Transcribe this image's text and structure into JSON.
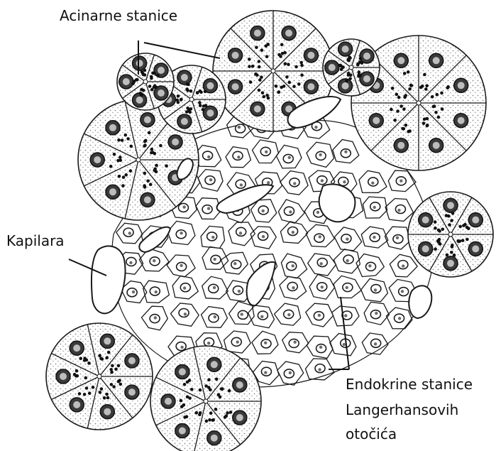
{
  "labels": {
    "acinar": "Acinarne stanice",
    "capillary": "Kapilara",
    "endocrine_line1": "Endokrine stanice",
    "endocrine_line2": "Langerhansovih",
    "endocrine_line3": "otočića"
  },
  "colors": {
    "ink": "#1a1a1a",
    "stipple": "#6e6e6e",
    "acinar_fill": "#d9d9d9",
    "background": "#ffffff"
  }
}
